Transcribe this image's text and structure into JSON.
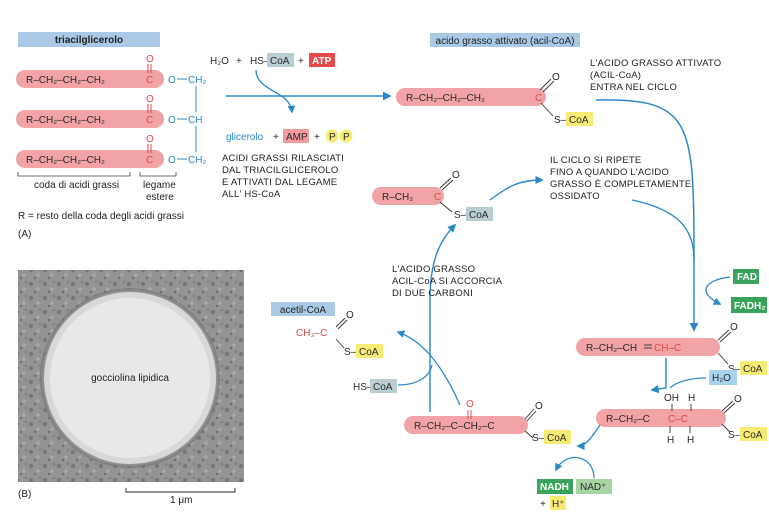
{
  "panel_a": {
    "title": "triacilglicerolo",
    "chain": "R–CH₂–CH₂–CH₂",
    "carbonyl_c": "C",
    "carbonyl_o": "O",
    "ester_o": "O",
    "glycerol": [
      "CH₂",
      "CH",
      "CH₂"
    ],
    "tail_label": "coda di acidi grassi",
    "bond_label_1": "legame",
    "bond_label_2": "estere",
    "footnote": "R = resto della coda degli acidi grassi",
    "panel_letter": "(A)"
  },
  "activation": {
    "water": "H₂O",
    "plus": "+",
    "coa_prefix": "HS–",
    "coa": "CoA",
    "atp": "ATP",
    "glycerol_label": "glicerolo",
    "amp": "AMP",
    "p": "P",
    "desc": [
      "ACIDI GRASSI RILASCIATI",
      "DAL TRIACILGLICEROLO",
      "E ATTIVATI DAL LEGAME",
      "ALL' HS-CoA"
    ]
  },
  "activated": {
    "title": "acido grasso attivato (acil-CoA)",
    "chain": "R–CH₂–CH₂–CH₂",
    "c": "C",
    "o": "O",
    "s_prefix": "S–",
    "coa": "CoA",
    "desc": [
      "L'ACIDO GRASSO ATTIVATO",
      "(ACIL-CoA)",
      "ENTRA NEL CICLO"
    ]
  },
  "cycle": {
    "short_chain": "R–CH₂",
    "c": "C",
    "o": "O",
    "s_prefix": "S–",
    "coa": "CoA",
    "repeat_desc": [
      "IL CICLO SI RIPETE",
      "FINO A QUANDO L'ACIDO",
      "GRASSO È COMPLETAMENTE",
      "OSSIDATO"
    ],
    "shorten_desc": [
      "L'ACIDO GRASSO",
      "ACIL-CoA SI ACCORCIA",
      "DI DUE CARBONI"
    ],
    "fad": "FAD",
    "fadh2": "FADH₂",
    "trans_chain": "R–CH₂–CH",
    "trans_eq": "CH–C",
    "h2o": "H₂O",
    "hydroxy_chain": "R–CH₂–C",
    "hydroxy_mid": "C–C",
    "oh": "OH",
    "h": "H",
    "keto_chain": "R–CH₂–C–CH₂–C",
    "nadh": "NADH",
    "nad": "NAD⁺",
    "hplus": "H⁺",
    "acetyl_title": "acetil-CoA",
    "acetyl_ch3": "CH₃–C",
    "hs_coa_prefix": "HS–"
  },
  "panel_b": {
    "droplet_label": "gocciolina lipidica",
    "scale": "1 μm",
    "panel_letter": "(B)"
  },
  "colors": {
    "pink": "#f2a3a6",
    "red_text": "#d94a4a",
    "blue": "#2b88c8",
    "coa_yellow": "#f6ec74",
    "coa_grey": "#b9cdd3",
    "atp_red": "#e8494b",
    "amp_pink": "#f29aa0",
    "fad_green": "#3aa35b",
    "h2o_blue": "#a9d2ee",
    "title_bar": "#a9c9e6"
  }
}
